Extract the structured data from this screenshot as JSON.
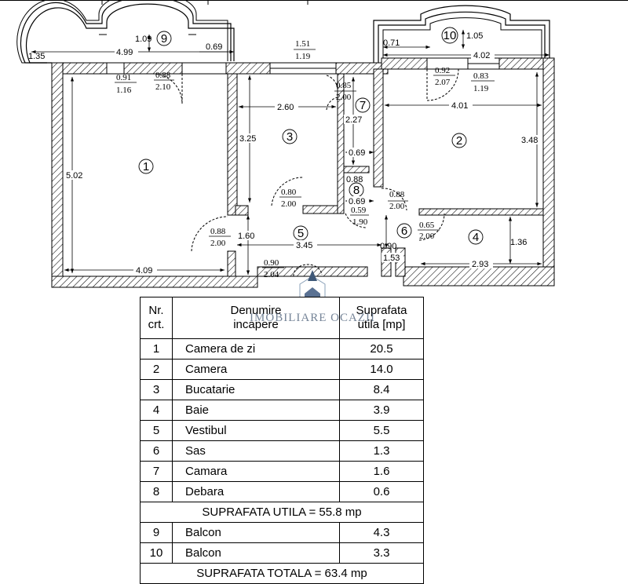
{
  "plan": {
    "room_labels": [
      "1",
      "2",
      "3",
      "4",
      "5",
      "6",
      "7",
      "8",
      "9",
      "10"
    ],
    "dimensions": {
      "r1_height": "5.02",
      "r1_width": "4.09",
      "r2_width": "4.01",
      "r2_height": "3.48",
      "r3_width": "2.60",
      "r3_height": "3.25",
      "r4_width": "2.93",
      "r4_height": "1.36",
      "r5_width": "3.45",
      "r5_height": "1.60",
      "r6_width": "0.90",
      "r6_height": "1.53",
      "r7_height": "2.27",
      "r7_width": "0.69",
      "r8_height": "0.88",
      "r8_width": "0.69",
      "b9_depth": "1.09",
      "b9_width": "4.99",
      "b9_side": "1.35",
      "b9_end": "0.69",
      "b10_left": "0.71",
      "b10_depth": "1.05",
      "b10_width": "4.02"
    },
    "openings": [
      {
        "top": "0.91",
        "bottom": "1.16"
      },
      {
        "top": "0.88",
        "bottom": "2.10"
      },
      {
        "top": "1.51",
        "bottom": "1.19"
      },
      {
        "top": "0.85",
        "bottom": "2.00"
      },
      {
        "top": "0.92",
        "bottom": "2.07"
      },
      {
        "top": "0.83",
        "bottom": "1.19"
      },
      {
        "top": "0.80",
        "bottom": "2.00"
      },
      {
        "top": "0.59",
        "bottom": "1.90"
      },
      {
        "top": "0.88",
        "bottom": "2.00"
      },
      {
        "top": "0.65",
        "bottom": "2.00"
      },
      {
        "top": "0.88",
        "bottom": "2.00"
      },
      {
        "top": "0.90",
        "bottom": "2.04"
      }
    ],
    "watermark": "IMOBILIARE OCAZII"
  },
  "table": {
    "header": {
      "nr": "Nr.\ncrt.",
      "name": "Denumire\nincapere",
      "area": "Suprafata\nutila [mp]"
    },
    "rows": [
      {
        "nr": "1",
        "name": "Camera de zi",
        "area": "20.5"
      },
      {
        "nr": "2",
        "name": "Camera",
        "area": "14.0"
      },
      {
        "nr": "3",
        "name": "Bucatarie",
        "area": "8.4"
      },
      {
        "nr": "4",
        "name": "Baie",
        "area": "3.9"
      },
      {
        "nr": "5",
        "name": "Vestibul",
        "area": "5.5"
      },
      {
        "nr": "6",
        "name": "Sas",
        "area": "1.3"
      },
      {
        "nr": "7",
        "name": "Camara",
        "area": "1.6"
      },
      {
        "nr": "8",
        "name": "Debara",
        "area": "0.6"
      }
    ],
    "subtotal": "SUPRAFATA UTILA = 55.8 mp",
    "balconies": [
      {
        "nr": "9",
        "name": "Balcon",
        "area": "4.3"
      },
      {
        "nr": "10",
        "name": "Balcon",
        "area": "3.3"
      }
    ],
    "total": "SUPRAFATA TOTALA = 63.4 mp"
  }
}
